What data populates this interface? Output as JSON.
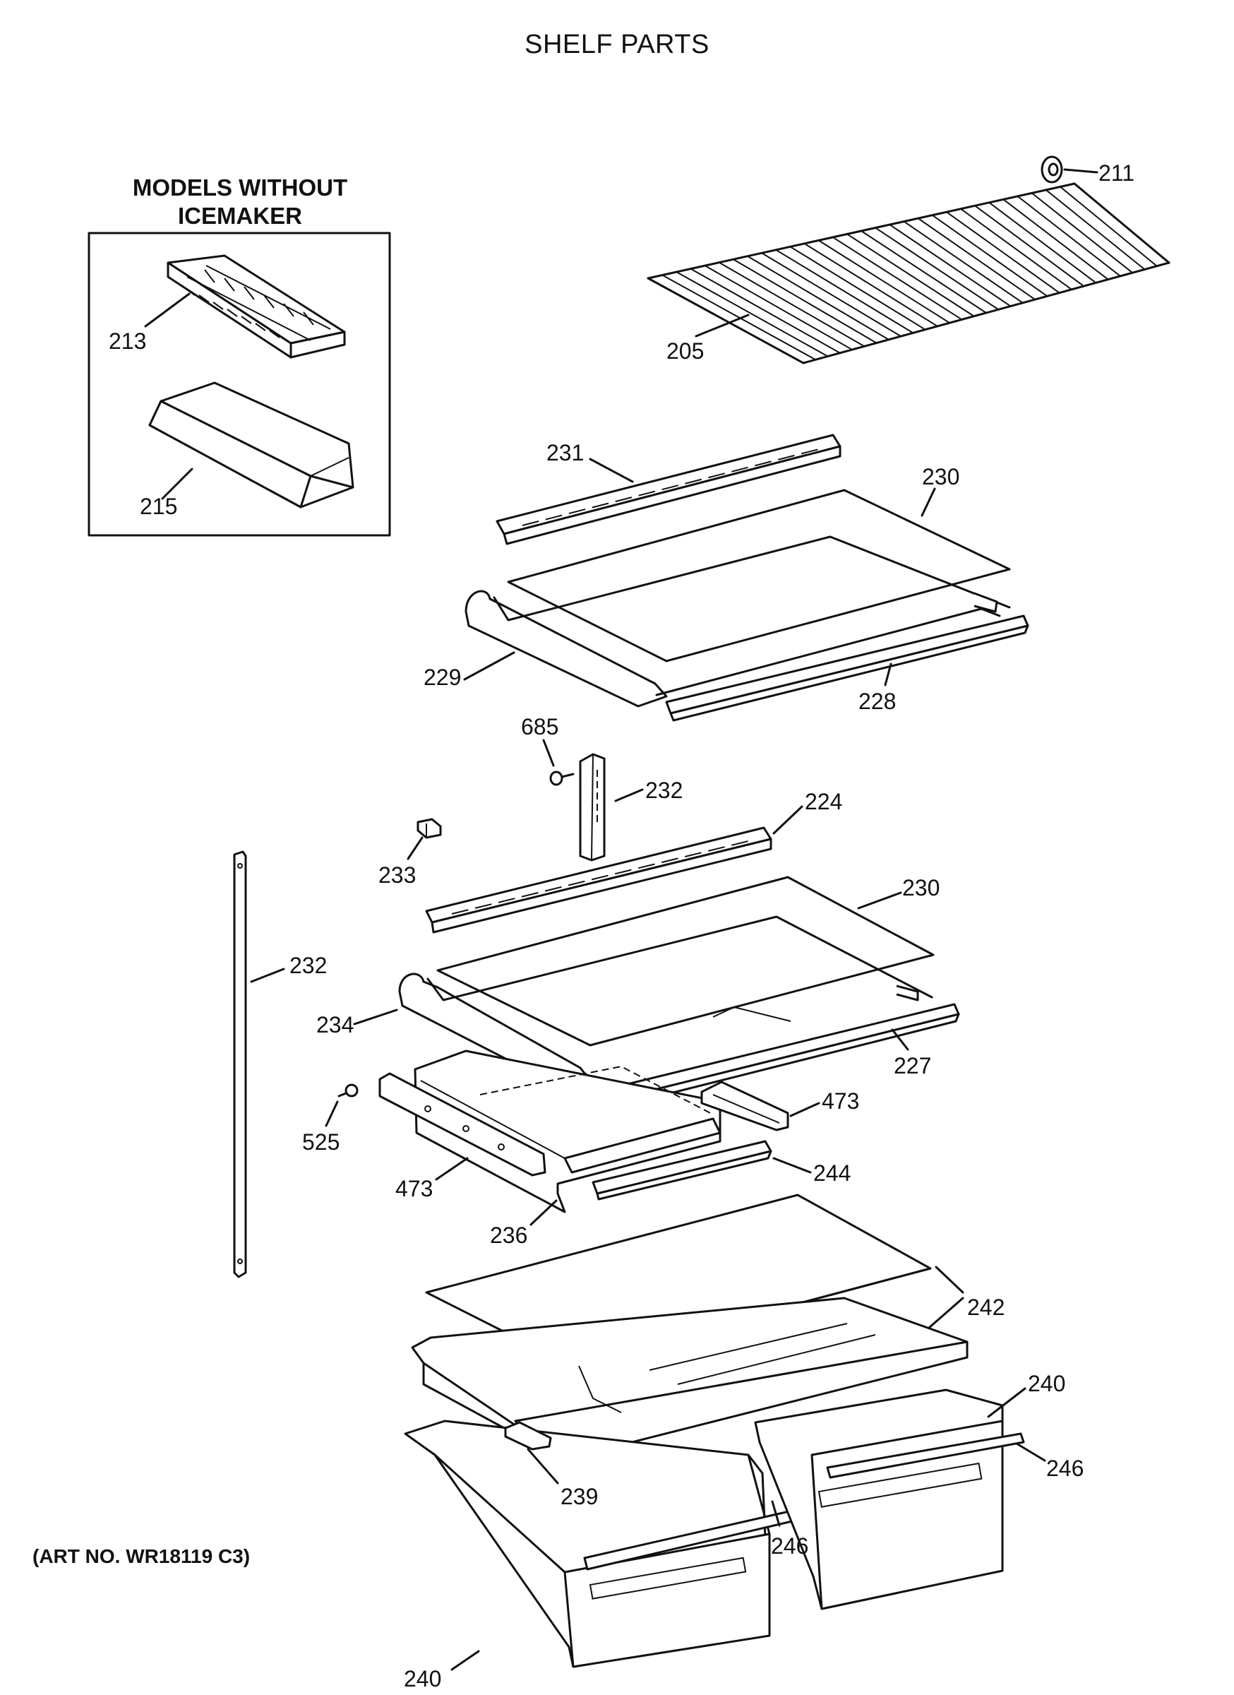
{
  "title": "SHELF PARTS",
  "inset": {
    "heading_line1": "MODELS WITHOUT",
    "heading_line2": "ICEMAKER"
  },
  "art_number": "(ART NO. WR18119 C3)",
  "part_labels": {
    "p211": "211",
    "p205": "205",
    "p213": "213",
    "p215": "215",
    "p231": "231",
    "p230a": "230",
    "p229": "229",
    "p228": "228",
    "p685": "685",
    "p232a": "232",
    "p224": "224",
    "p233": "233",
    "p230b": "230",
    "p232b": "232",
    "p234": "234",
    "p227": "227",
    "p525": "525",
    "p473a": "473",
    "p473b": "473",
    "p244": "244",
    "p236": "236",
    "p242": "242",
    "p240a": "240",
    "p246a": "246",
    "p239": "239",
    "p246b": "246",
    "p240b": "240"
  }
}
